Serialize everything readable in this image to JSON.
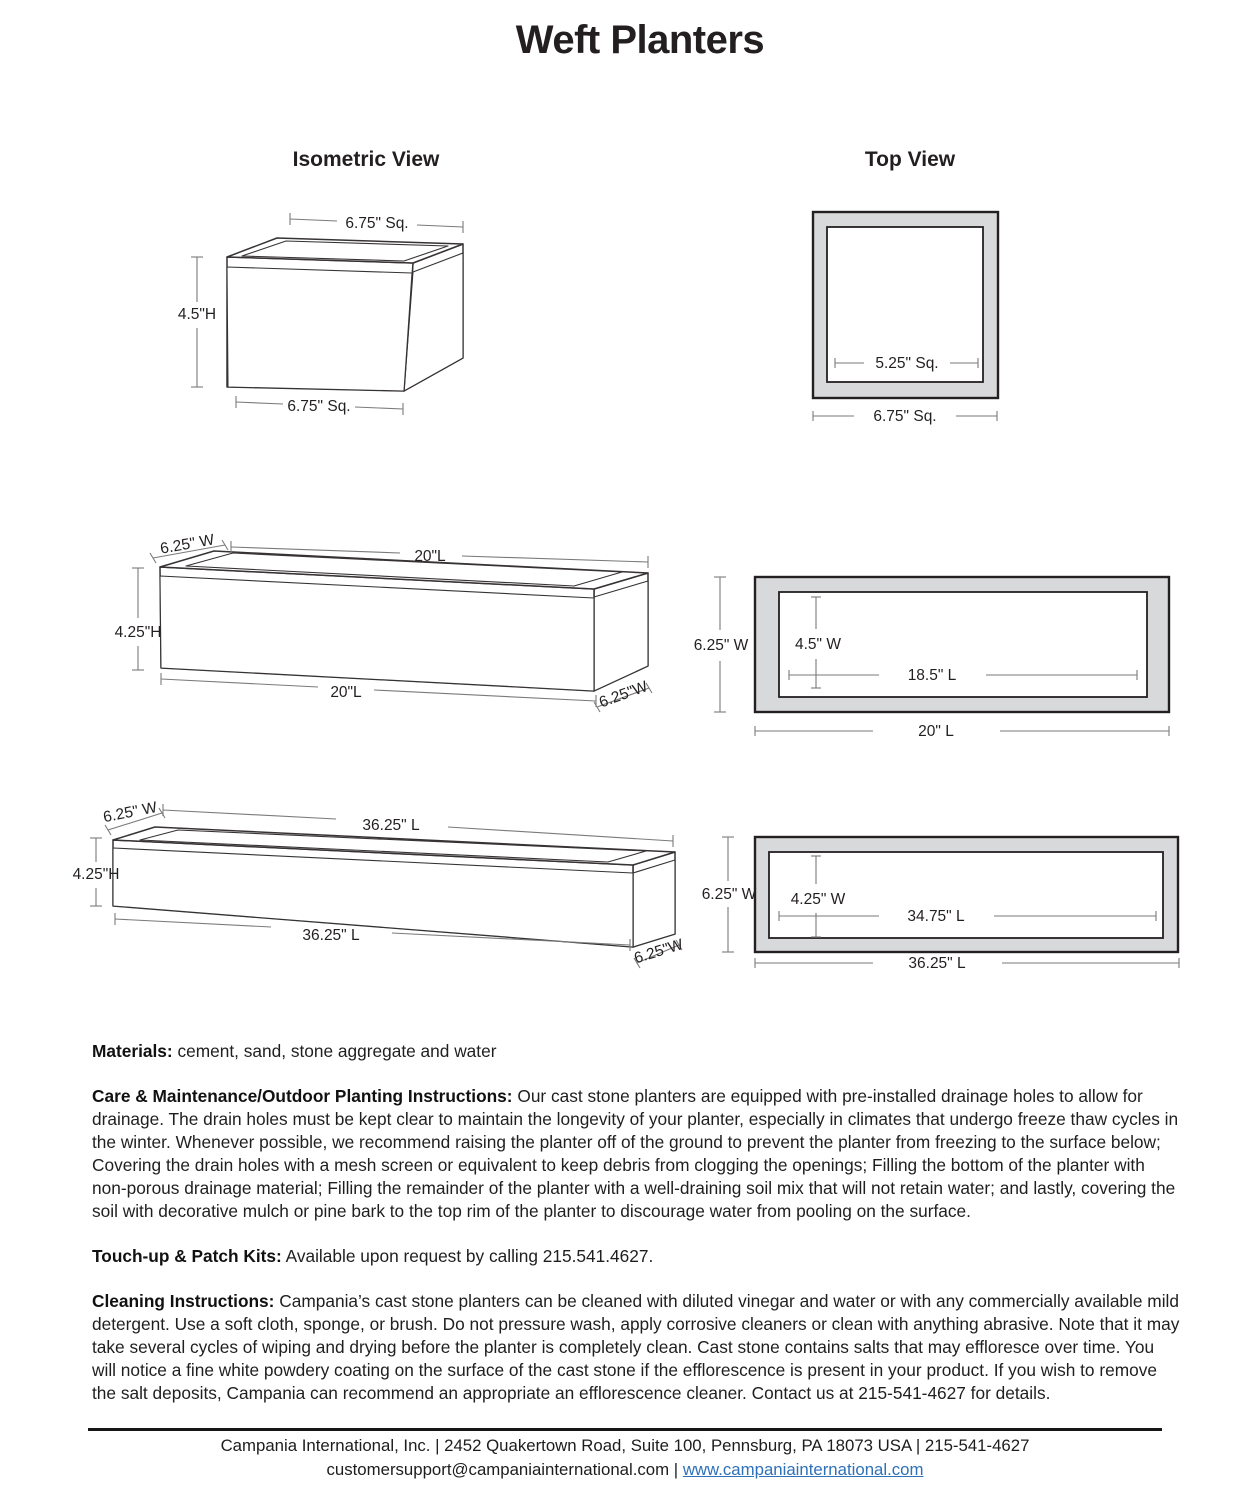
{
  "page": {
    "title": "Weft Planters"
  },
  "headings": {
    "isometric": "Isometric View",
    "top": "Top View"
  },
  "planters": [
    {
      "name": "square-planter",
      "iso": {
        "top": "6.75\" Sq.",
        "height": "4.5\"H",
        "bottom": "6.75\" Sq."
      },
      "tv": {
        "inner": "5.25\" Sq.",
        "outer": "6.75\" Sq."
      }
    },
    {
      "name": "20-inch-planter",
      "iso": {
        "width_top": "6.25\" W",
        "length_top": "20\"L",
        "height": "4.25\"H",
        "length_bottom": "20\"L",
        "width_bottom": "6.25\"W"
      },
      "tv": {
        "outer_w": "6.25\" W",
        "inner_w": "4.5\" W",
        "inner_l": "18.5\" L",
        "outer_l": "20\" L"
      }
    },
    {
      "name": "36-inch-planter",
      "iso": {
        "width_top": "6.25\" W",
        "length_top": "36.25\" L",
        "height": "4.25\"H",
        "length_bottom": "36.25\" L",
        "width_bottom": "6.25\"W"
      },
      "tv": {
        "outer_w": "6.25\" W",
        "inner_w": "4.25\" W",
        "inner_l": "34.75\" L",
        "outer_l": "36.25\" L"
      }
    }
  ],
  "sections": [
    {
      "label": "Materials:",
      "text": "cement, sand, stone aggregate and water"
    },
    {
      "label": "Care & Maintenance/Outdoor Planting Instructions:",
      "text": "Our cast stone planters are equipped with pre-installed drainage holes to allow for drainage. The drain holes must be kept clear to maintain the longevity of your planter, especially in climates that undergo freeze thaw cycles in the winter.  Whenever possible, we recommend raising the planter off of the ground to prevent the planter from freezing to the surface below; Covering the drain holes with a mesh screen or equivalent to keep debris from clogging the openings; Filling the bottom of the planter with non-porous drainage material; Filling the remainder of the planter with a well-draining soil mix that will not retain water; and lastly, covering the soil with decorative mulch or pine bark to the top rim of the planter to discourage water from pooling on the surface."
    },
    {
      "label": "Touch-up & Patch Kits:",
      "text": "Available upon request by calling 215.541.4627."
    },
    {
      "label": "Cleaning Instructions:",
      "text": "Campania’s cast stone planters can be cleaned with diluted vinegar and water or with any commercially available mild detergent. Use a soft cloth, sponge, or brush. Do not pressure wash, apply corrosive cleaners or clean with anything abrasive. Note that it may take several cycles of wiping and drying before the planter is completely clean. Cast stone contains salts that may effloresce over time. You will notice a fine white powdery coating on the surface of the cast stone if the efflorescence is present in your product. If you wish to remove the salt deposits, Campania can recommend an appropriate an efflorescence cleaner. Contact us at 215-541-4627 for details."
    }
  ],
  "footer": {
    "line1": "Campania International, Inc. | 2452 Quakertown Road, Suite 100, Pennsburg, PA 18073 USA | 215-541-4627",
    "email": "customersupport@campaniainternational.com",
    "separator": "|",
    "website": "www.campaniainternational.com"
  },
  "colors": {
    "wall_gray": "#d8d9da",
    "line_dark": "#373334",
    "dim_gray": "#7a7a7a",
    "link_blue": "#2e71b8"
  }
}
